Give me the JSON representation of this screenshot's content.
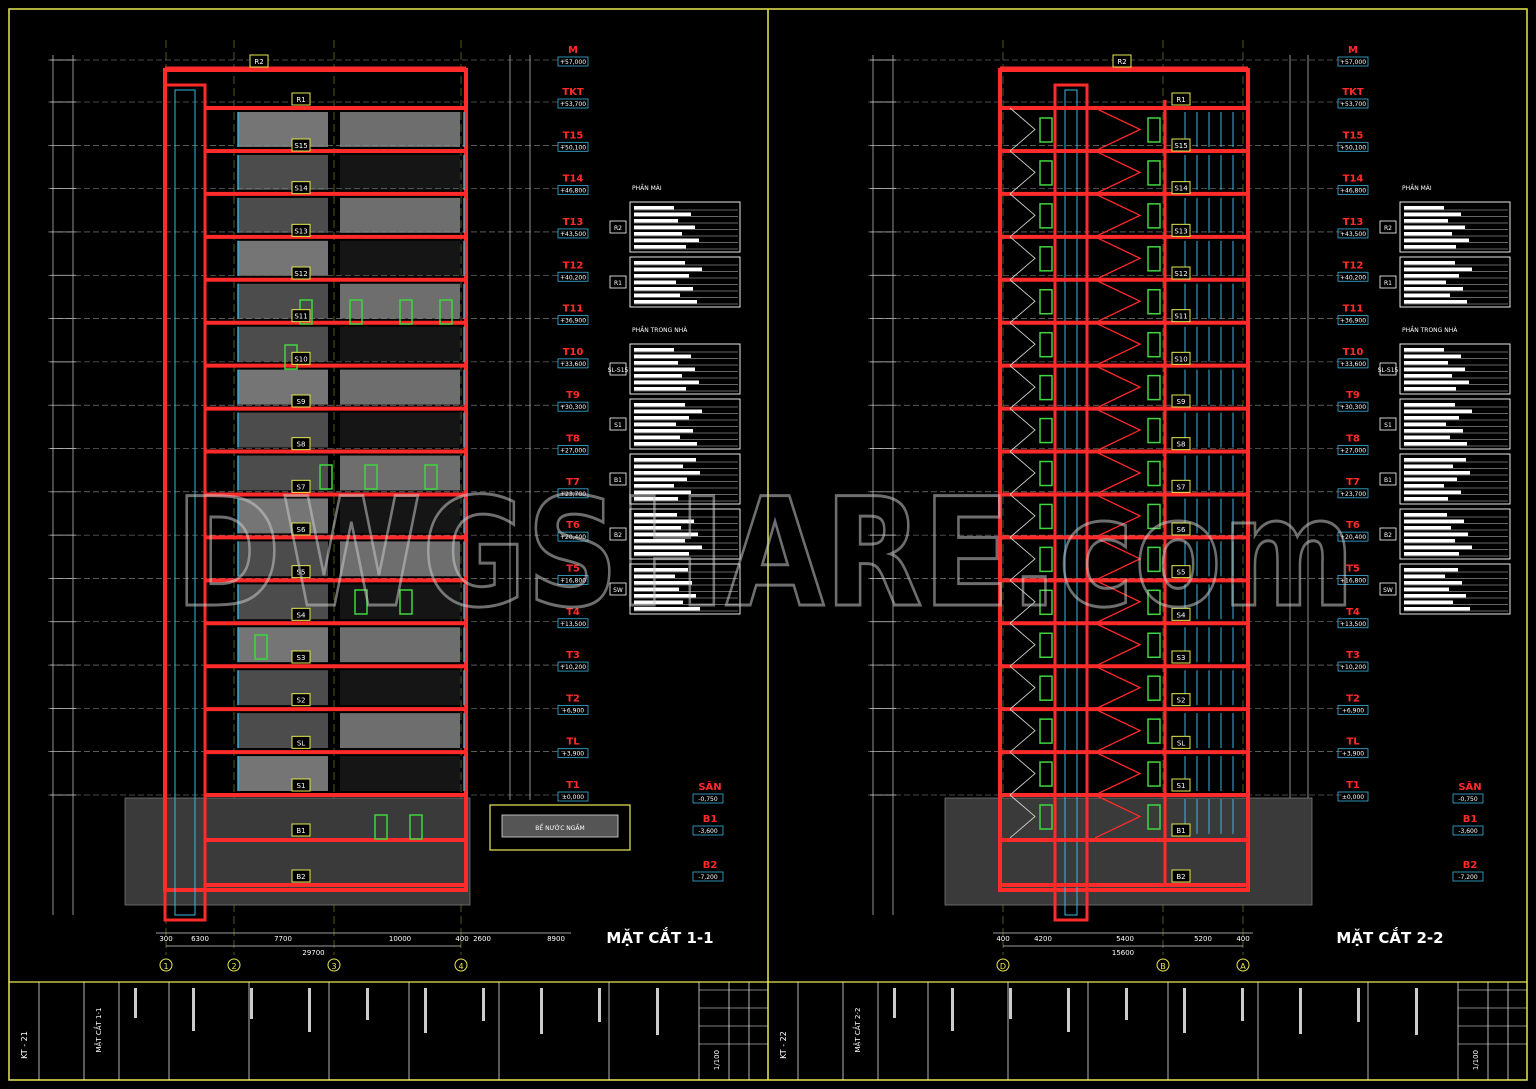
{
  "sheet": {
    "watermark": "DWGSHARE.com"
  },
  "sections": [
    {
      "title": "MẶT CẮT 1-1",
      "levels": [
        {
          "name": "M",
          "elev": "+57,000"
        },
        {
          "name": "TKT",
          "elev": "+53,700"
        },
        {
          "name": "T15",
          "elev": "+50,100"
        },
        {
          "name": "T14",
          "elev": "+46,800"
        },
        {
          "name": "T13",
          "elev": "+43,500"
        },
        {
          "name": "T12",
          "elev": "+40,200"
        },
        {
          "name": "T11",
          "elev": "+36,900"
        },
        {
          "name": "T10",
          "elev": "+33,600"
        },
        {
          "name": "T9",
          "elev": "+30,300"
        },
        {
          "name": "T8",
          "elev": "+27,000"
        },
        {
          "name": "T7",
          "elev": "+23,700"
        },
        {
          "name": "T6",
          "elev": "+20,400"
        },
        {
          "name": "T5",
          "elev": "+16,800"
        },
        {
          "name": "T4",
          "elev": "+13,500"
        },
        {
          "name": "T3",
          "elev": "+10,200"
        },
        {
          "name": "T2",
          "elev": "+6,900"
        },
        {
          "name": "TL",
          "elev": "+3,900"
        },
        {
          "name": "T1",
          "elev": "±0,000"
        }
      ],
      "basement_levels": [
        {
          "name": "SÂN",
          "elev": "-0,750"
        },
        {
          "name": "B1",
          "elev": "-3,600"
        },
        {
          "name": "B2",
          "elev": "-7,200"
        }
      ],
      "slab_tags": [
        "R2",
        "R1",
        "S15",
        "S14",
        "S13",
        "S12",
        "S11",
        "S10",
        "S9",
        "S8",
        "S7",
        "S6",
        "S5",
        "S4",
        "S3",
        "S2",
        "SL",
        "S1",
        "B1",
        "B2"
      ],
      "bottom_dims": [
        "300",
        "6300",
        "7700",
        "10000",
        "400",
        "2600",
        "8900"
      ],
      "total_dim": "29700",
      "grid_axes": [
        "1",
        "2",
        "3",
        "4"
      ],
      "tank_label": "BỂ NƯỚC NGẦM",
      "legend_groups": [
        {
          "heading": "PHẦN MÁI",
          "tags": [
            "R2",
            "R1"
          ]
        },
        {
          "heading": "PHẦN TRONG NHÀ",
          "tags": [
            "SL-S15",
            "S1",
            "B1",
            "B2",
            "SW"
          ]
        }
      ]
    },
    {
      "title": "MẶT CẮT 2-2",
      "levels": [
        {
          "name": "M",
          "elev": "+57,000"
        },
        {
          "name": "TKT",
          "elev": "+53,700"
        },
        {
          "name": "T15",
          "elev": "+50,100"
        },
        {
          "name": "T14",
          "elev": "+46,800"
        },
        {
          "name": "T13",
          "elev": "+43,500"
        },
        {
          "name": "T12",
          "elev": "+40,200"
        },
        {
          "name": "T11",
          "elev": "+36,900"
        },
        {
          "name": "T10",
          "elev": "+33,600"
        },
        {
          "name": "T9",
          "elev": "+30,300"
        },
        {
          "name": "T8",
          "elev": "+27,000"
        },
        {
          "name": "T7",
          "elev": "+23,700"
        },
        {
          "name": "T6",
          "elev": "+20,400"
        },
        {
          "name": "T5",
          "elev": "+16,800"
        },
        {
          "name": "T4",
          "elev": "+13,500"
        },
        {
          "name": "T3",
          "elev": "+10,200"
        },
        {
          "name": "T2",
          "elev": "+6,900"
        },
        {
          "name": "TL",
          "elev": "+3,900"
        },
        {
          "name": "T1",
          "elev": "±0,000"
        }
      ],
      "basement_levels": [
        {
          "name": "SÂN",
          "elev": "-0,750"
        },
        {
          "name": "B1",
          "elev": "-3,600"
        },
        {
          "name": "B2",
          "elev": "-7,200"
        }
      ],
      "slab_tags": [
        "R2",
        "R1",
        "S15",
        "S14",
        "S13",
        "S12",
        "S11",
        "S10",
        "S9",
        "S8",
        "S7",
        "S6",
        "S5",
        "S4",
        "S3",
        "S2",
        "SL",
        "S1",
        "B1",
        "B2"
      ],
      "bottom_dims": [
        "400",
        "4200",
        "5400",
        "5200",
        "400"
      ],
      "total_dim": "15600",
      "grid_axes": [
        "D",
        "B",
        "A"
      ],
      "tank_label": "",
      "legend_groups": [
        {
          "heading": "PHẦN MÁI",
          "tags": [
            "R2",
            "R1"
          ]
        },
        {
          "heading": "PHẦN TRONG NHÀ",
          "tags": [
            "SL-S15",
            "S1",
            "B1",
            "B2",
            "SW"
          ]
        }
      ]
    }
  ],
  "title_block": [
    {
      "sheet_code": "KT - 21",
      "sheet_name": "MẶT CẮT 1-1",
      "scale": "1/100"
    },
    {
      "sheet_code": "KT - 22",
      "sheet_name": "MẶT CẮT 2-2",
      "scale": "1/100"
    }
  ],
  "colors": {
    "background": "#000000",
    "structure": "#ff2a2a",
    "border": "#e8e850",
    "cyan": "#39b6e0",
    "green": "#3fd63f",
    "gray_fill": "#8a8a8a",
    "white": "#ffffff"
  }
}
